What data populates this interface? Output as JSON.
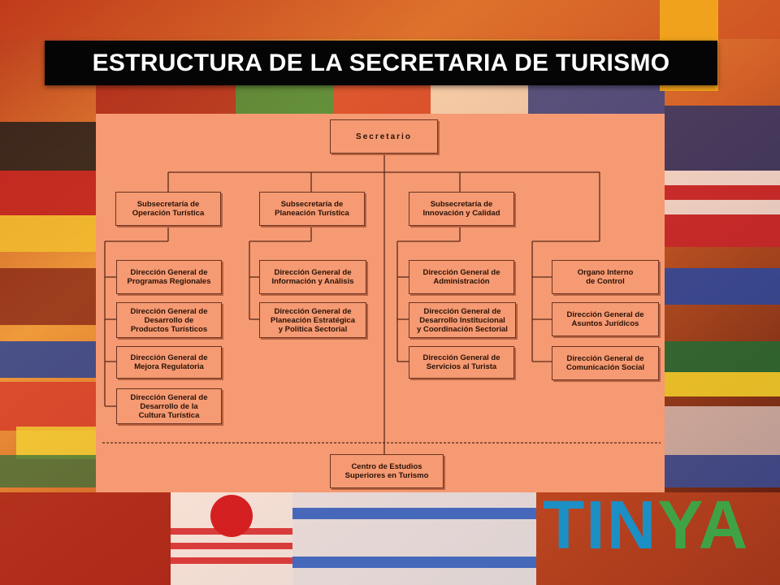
{
  "slide": {
    "title": "ESTRUCTURA DE LA SECRETARIA DE TURISMO"
  },
  "logo": {
    "part1": "TIN",
    "part2": "YA"
  },
  "org_chart": {
    "top": "Secretario",
    "sub_operacion": "Subsecretaría de\nOperación Turística",
    "sub_planeacion": "Subsecretaría de\nPlaneación Turística",
    "sub_innovacion": "Subsecretaría de\nInnovación y Calidad",
    "dg_programas": "Dirección General de\nProgramas Regionales",
    "dg_productos": "Dirección General de\nDesarrollo de\nProductos Turísticos",
    "dg_mejora": "Dirección General de\nMejora Regulatoria",
    "dg_cultura": "Dirección General de\nDesarrollo de la\nCultura Turística",
    "dg_informacion": "Dirección General de\nInformación y Análisis",
    "dg_planeacion_estrategica": "Dirección General de\nPlaneación Estratégica\ny Política Sectorial",
    "dg_administracion": "Dirección General de\nAdministración",
    "dg_desarrollo_institucional": "Dirección General de\nDesarrollo Institucional\ny Coordinación Sectorial",
    "dg_servicios": "Dirección General de\nServicios al Turista",
    "organo_control": "Organo Interno\nde Control",
    "dg_juridicos": "Dirección General de\nAsuntos Jurídicos",
    "dg_comunicacion": "Dirección General de\nComunicación Social",
    "centro_estudios": "Centro de Estudios\nSuperiores en Turismo"
  },
  "colors": {
    "panel": "#f59a72",
    "title_bar": "#050505",
    "title_text": "#ffffff",
    "accent": "#f0a21c",
    "lines": "#5a2a1a"
  }
}
